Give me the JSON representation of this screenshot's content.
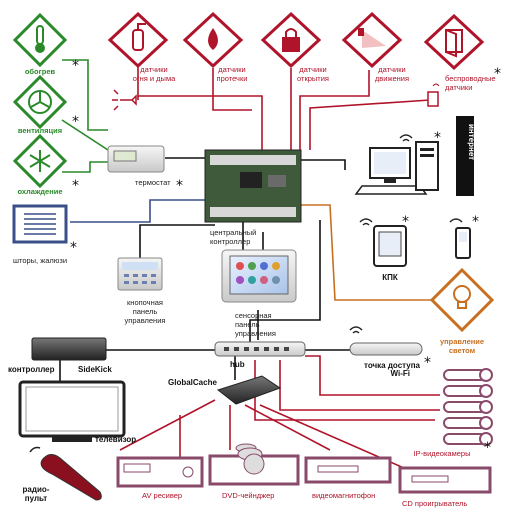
{
  "climate": {
    "heating": "обогрев",
    "ventilation": "вентиляция",
    "cooling": "охлаждение"
  },
  "blinds": "шторы, жалюзи",
  "thermostat": "термостат",
  "sensors": {
    "fire_smoke": [
      "датчики",
      "огня и дыма"
    ],
    "leak": [
      "датчики",
      "протечки"
    ],
    "open": [
      "датчики",
      "открытия"
    ],
    "motion": [
      "датчики",
      "движения"
    ],
    "wireless": [
      "беспроводные",
      "датчики"
    ]
  },
  "central_controller": [
    "центральный",
    "контроллер"
  ],
  "keypad": [
    "кнопочная",
    "панель",
    "управления"
  ],
  "touch_panel": [
    "сенсорная",
    "панель",
    "управления"
  ],
  "internet": "интернет",
  "pda": "КПК",
  "lighting": [
    "управление",
    "светом"
  ],
  "hub": "hub",
  "wifi_ap": [
    "точка доступа",
    "Wi-Fi"
  ],
  "sidekick_controller": "контроллер",
  "sidekick_name": "SideKick",
  "globalcache": "GlobalCache",
  "tv": "телевизор",
  "remote": [
    "радио-",
    "пульт"
  ],
  "ip_cameras": "IP-видеокамеры",
  "av_devices": {
    "av_receiver": "AV ресивер",
    "dvd": "DVD-чейнджер",
    "vcr": "видеомагнитофон",
    "cd": "CD проигрыватель"
  },
  "star": "*",
  "colors": {
    "red": "#b0142a",
    "green": "#2a8a2a",
    "orange": "#c87020",
    "blue": "#3a4f8a"
  }
}
